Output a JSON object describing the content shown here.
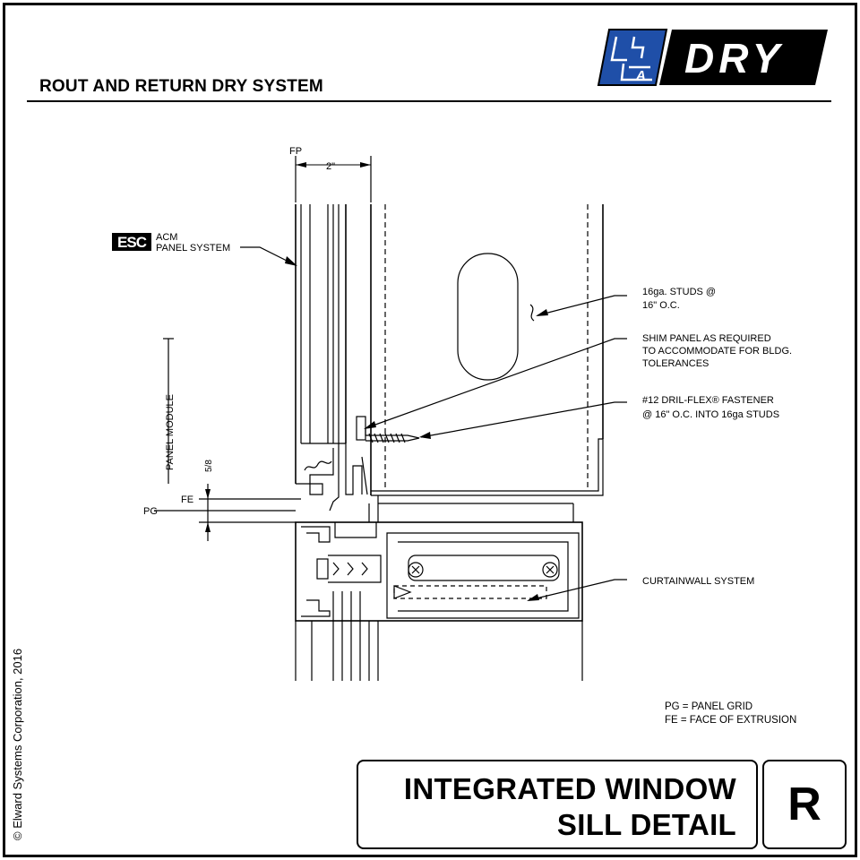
{
  "header": {
    "title": "ROUT AND RETURN DRY SYSTEM"
  },
  "logo": {
    "brand_text": "DRY",
    "mark_letters": "A",
    "colors": {
      "blue": "#1f4fa8",
      "black": "#000000"
    }
  },
  "copyright": "© Elward Systems Corporation,  2016",
  "drawing": {
    "dim_fp": "FP",
    "dim_width": "2\"",
    "esc_mark": "ESC",
    "acm_label_1": "ACM",
    "acm_label_2": "PANEL SYSTEM",
    "panel_module": "PANEL MODULE",
    "dim_fraction": "5/8",
    "fe": "FE",
    "pg": "PG",
    "studs_1": "16ga. STUDS @",
    "studs_2": "16\" O.C.",
    "shim_1": "SHIM PANEL AS REQUIRED",
    "shim_2": "TO ACCOMMODATE FOR BLDG.",
    "shim_3": "TOLERANCES",
    "fastener_1": "#12 DRIL-FLEX® FASTENER",
    "fastener_2": "@ 16\" O.C. INTO 16ga STUDS",
    "curtainwall": "CURTAINWALL SYSTEM"
  },
  "legend": {
    "pg": "PG = PANEL GRID",
    "fe": "FE = FACE OF EXTRUSION"
  },
  "title_block": {
    "line1": "INTEGRATED WINDOW",
    "line2": "SILL DETAIL",
    "sheet": "R"
  }
}
